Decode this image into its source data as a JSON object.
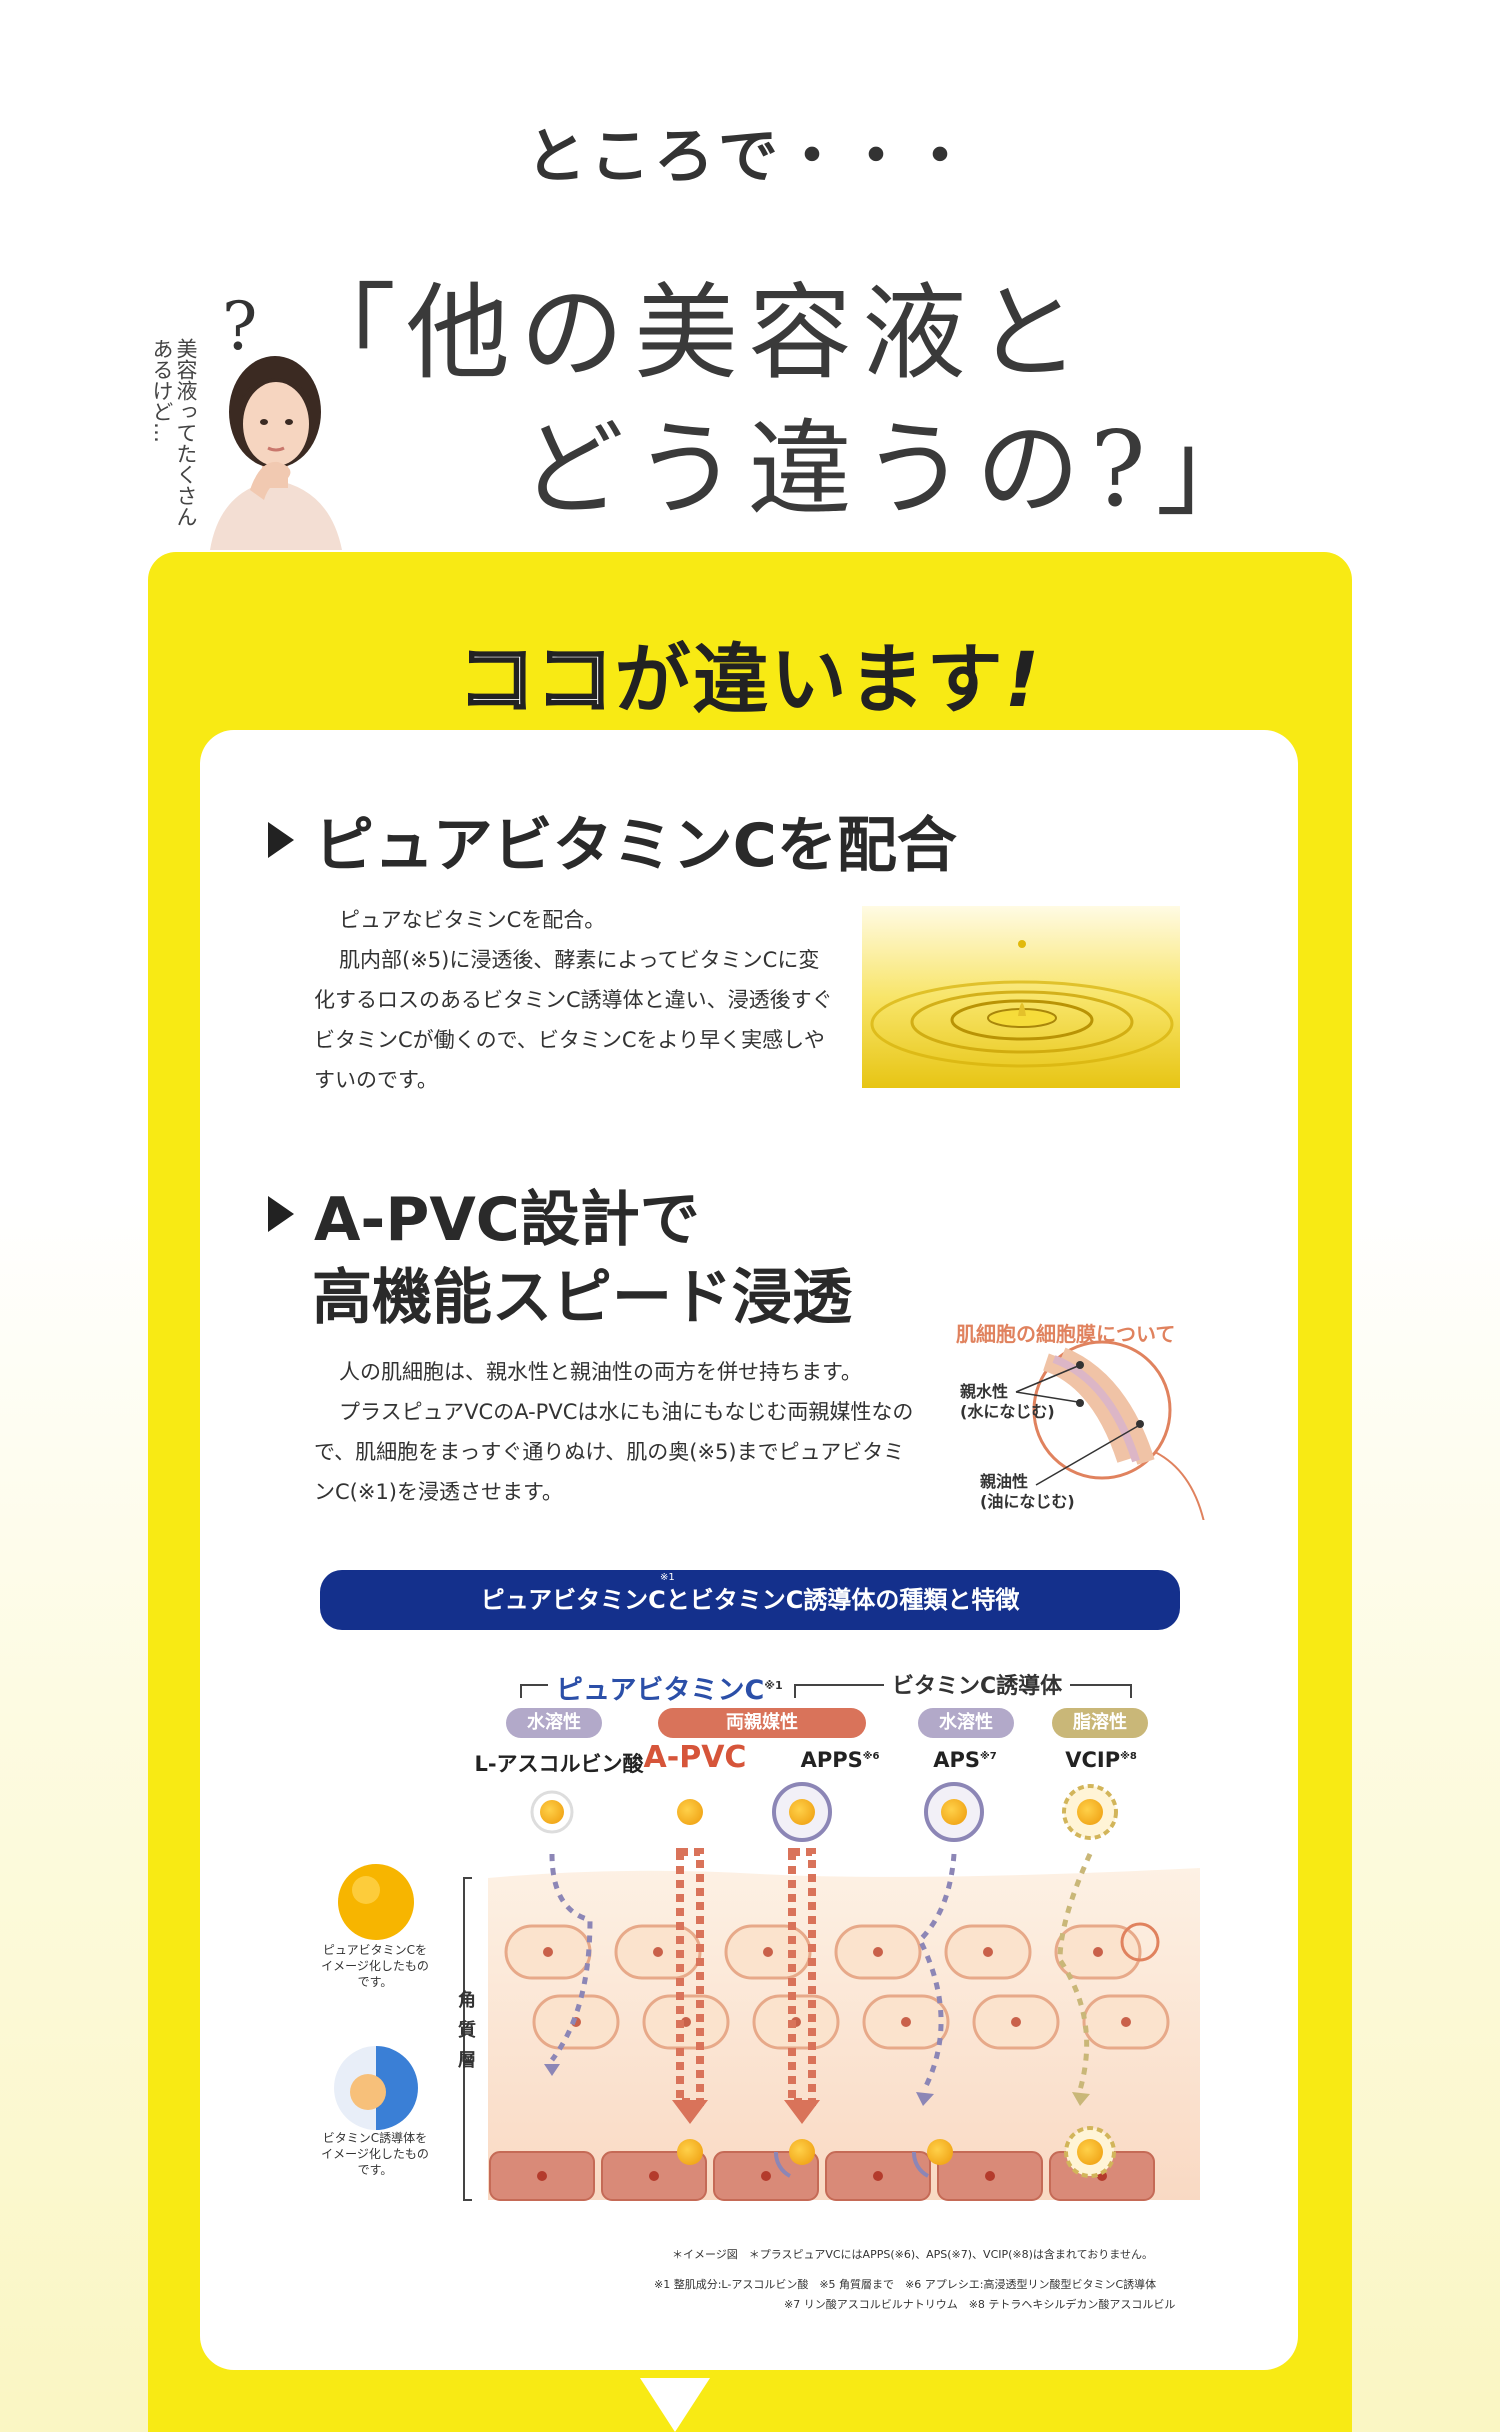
{
  "lead": "ところで・・・",
  "headline": {
    "question_mark": "?",
    "line1": "「他の美容液と",
    "line2": "どう違うの?」"
  },
  "woman_caption": "美容液ってたくさんあるけど…",
  "panel": {
    "title_highlight": "ココ",
    "title_rest": "が違います",
    "title_exclaim": "!"
  },
  "section1": {
    "heading": "ピュアビタミンCを配合",
    "paragraph1": "ピュアなビタミンCを配合。",
    "paragraph2": "肌内部(※5)に浸透後、酵素によってビタミンCに変化するロスのあるビタミンC誘導体と違い、浸透後すぐビタミンCが働くので、ビタミンCをより早く実感しやすいのです。"
  },
  "section2": {
    "heading_line1": "A-PVC設計で",
    "heading_line2": "高機能スピード浸透",
    "paragraph1": "人の肌細胞は、親水性と親油性の両方を併せ持ちます。",
    "paragraph2": "プラスピュアVCのA-PVCは水にも油にもなじむ両親媒性なので、肌細胞をまっすぐ通りぬけ、肌の奥(※5)までピュアビタミンC(※1)を浸透させます。",
    "membrane_title": "肌細胞の細胞膜について",
    "membrane_hydrophilic": "親水性",
    "membrane_hydrophilic_sub": "(水になじむ)",
    "membrane_lipophilic": "親油性",
    "membrane_lipophilic_sub": "(油になじむ)"
  },
  "comparison": {
    "banner": "ピュアビタミンCとビタミンC誘導体の種類と特徴",
    "banner_note": "※1",
    "group_pure": "ピュアビタミンC",
    "group_pure_note": "※1",
    "group_derivative": "ビタミンC誘導体",
    "columns": [
      {
        "solubility": "水溶性",
        "name": "L-アスコルビン酸",
        "note": "",
        "pill_color": "#b2a9c9"
      },
      {
        "solubility": "両親媒性",
        "name": "A-PVC",
        "note": "",
        "pill_color": "#d9735a"
      },
      {
        "solubility": "",
        "name": "APPS",
        "note": "※6",
        "pill_color": ""
      },
      {
        "solubility": "水溶性",
        "name": "APS",
        "note": "※7",
        "pill_color": "#b2a9c9"
      },
      {
        "solubility": "脂溶性",
        "name": "VCIP",
        "note": "※8",
        "pill_color": "#c9b778"
      }
    ],
    "layer_label": "角質層",
    "legend_pure": "ピュアビタミンCをイメージ化したものです。",
    "legend_derivative": "ビタミンC誘導体をイメージ化したものです。"
  },
  "footnotes": {
    "image_note": "＊イメージ図　＊プラスピュアVCにはAPPS(※6)、APS(※7)、VCIP(※8)は含まれておりません。",
    "cite_line1": "※1 整肌成分:L-アスコルビン酸　※5 角質層まで　※6 アプレシエ:高浸透型リン酸型ビタミンC誘導体",
    "cite_line2": "※7 リン酸アスコルビルナトリウム　※8 テトラヘキシルデカン酸アスコルビル"
  },
  "colors": {
    "panel_yellow": "#f8ea14",
    "banner_navy": "#14308c",
    "accent_orange": "#d6553a",
    "vitamin_orange": "#f2a91c"
  }
}
